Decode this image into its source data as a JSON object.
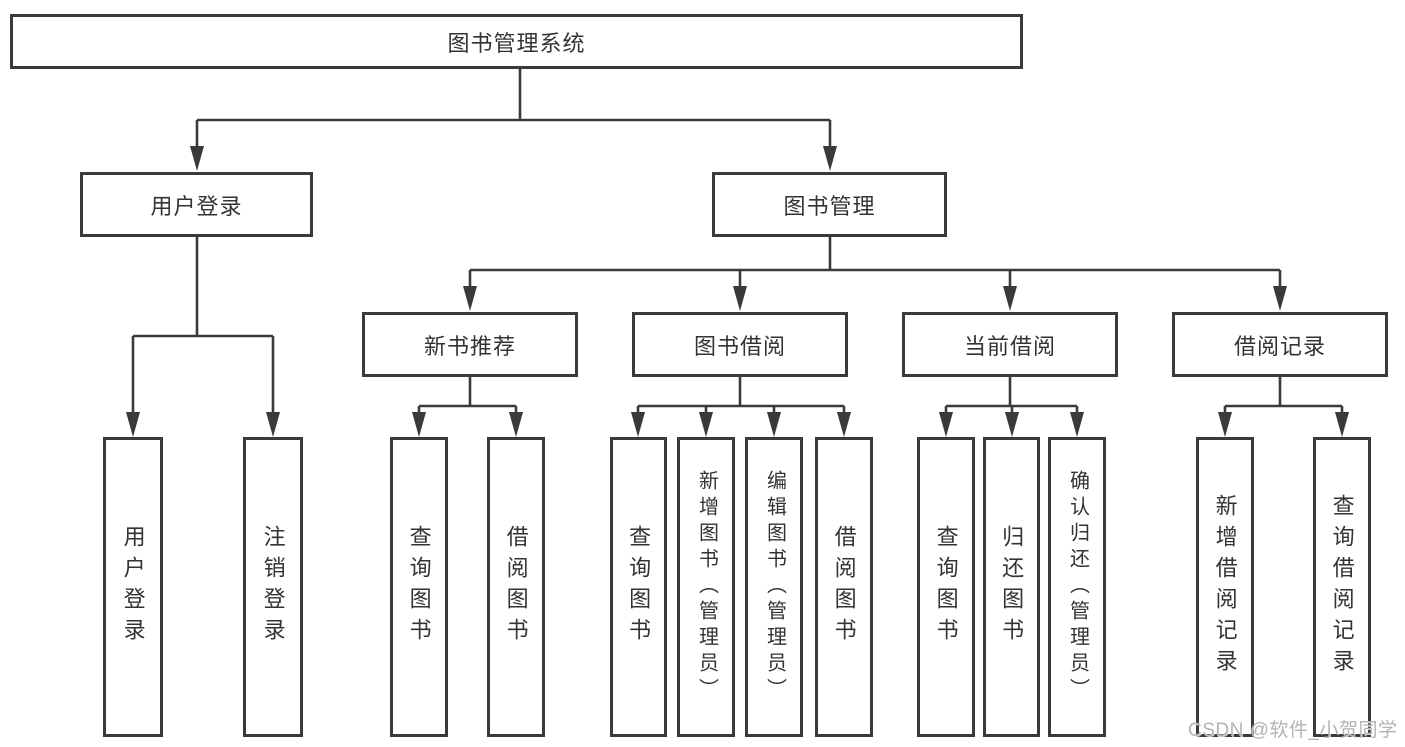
{
  "colors": {
    "line": "#3a3a3a",
    "box_border": "#3a3a3a",
    "text": "#333333",
    "watermark": "#b3b3b3",
    "background": "#ffffff"
  },
  "watermark": "CSDN @软件_小贺同学",
  "tree": {
    "root": {
      "label": "图书管理系统",
      "children": [
        {
          "label": "用户登录",
          "children": [
            {
              "label": "用户登录"
            },
            {
              "label": "注销登录"
            }
          ]
        },
        {
          "label": "图书管理",
          "children": [
            {
              "label": "新书推荐",
              "children": [
                {
                  "label": "查询图书"
                },
                {
                  "label": "借阅图书"
                }
              ]
            },
            {
              "label": "图书借阅",
              "children": [
                {
                  "label": "查询图书"
                },
                {
                  "label": "新增图书（管理员）"
                },
                {
                  "label": "编辑图书（管理员）"
                },
                {
                  "label": "借阅图书"
                }
              ]
            },
            {
              "label": "当前借阅",
              "children": [
                {
                  "label": "查询图书"
                },
                {
                  "label": "归还图书"
                },
                {
                  "label": "确认归还（管理员）"
                }
              ]
            },
            {
              "label": "借阅记录",
              "children": [
                {
                  "label": "新增借阅记录"
                },
                {
                  "label": "查询借阅记录"
                }
              ]
            }
          ]
        }
      ]
    }
  }
}
